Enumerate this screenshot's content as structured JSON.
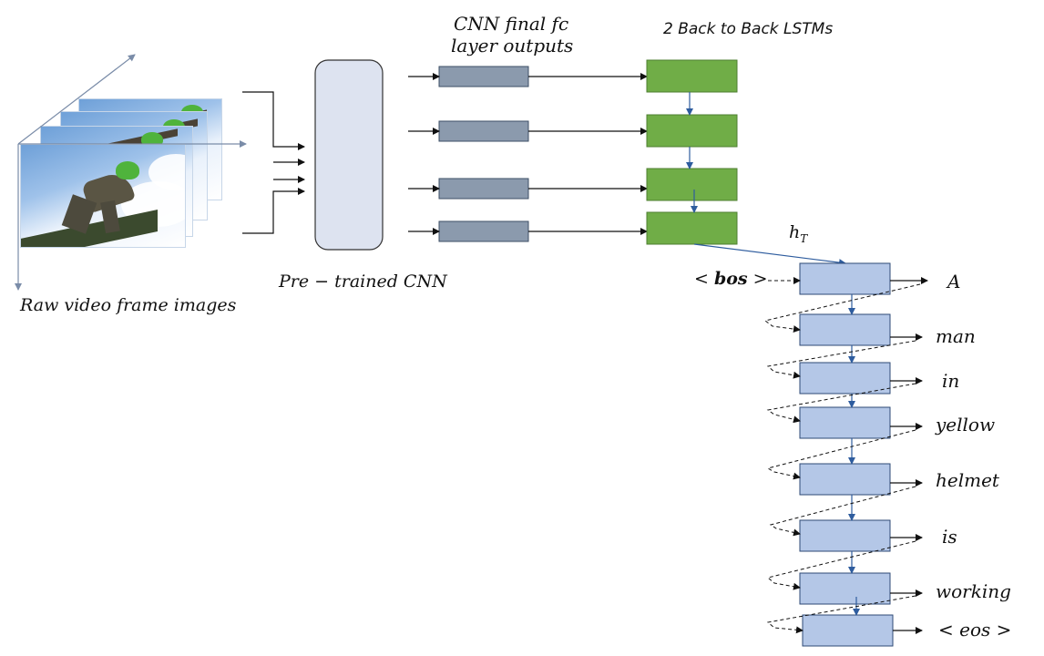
{
  "labels": {
    "cnn_fc": "CNN final fc",
    "cnn_fc_2": "layer outputs",
    "lstm_title": "2 Back to Back LSTMs",
    "h_t": "h",
    "h_t_sub": "T",
    "pretrained": "Pre − trained CNN",
    "raw_video": "Raw video frame images",
    "bos": "bos",
    "bos_open": "< ",
    "bos_close": " >"
  },
  "output_words": [
    "A",
    "man",
    "in",
    "yellow",
    "helmet",
    "is",
    "working",
    "< eos >"
  ],
  "colors": {
    "cnn_box": "#dde3f0",
    "fc_box": "#8b9aad",
    "lstm_green": "#70ad47",
    "decoder_box": "#b4c7e7",
    "arrow_blue": "#2e5c9e",
    "helmet_green": "#4fb33c"
  }
}
